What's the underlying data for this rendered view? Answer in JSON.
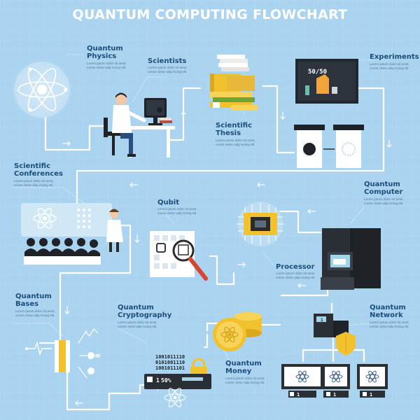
{
  "title": "QUANTUM COMPUTING FLOWCHART",
  "nodes": {
    "quantum_physics": {
      "label": [
        "Quantum",
        "Physics"
      ],
      "desc": [
        "Lorem ipsum dolor sit amet,",
        "conse ctetur adip iscing elit."
      ]
    },
    "scientists": {
      "label": [
        "Scientists"
      ],
      "desc": [
        "Lorem ipsum dolor sit amet,",
        "conse ctetur adip iscing elit."
      ]
    },
    "scientific_thesis": {
      "label": [
        "Scientific",
        "Thesis"
      ],
      "desc": [
        "Lorem ipsum dolor sit amet,",
        "conse ctetur adip iscing elit."
      ]
    },
    "experiments": {
      "label": [
        "Experiments"
      ],
      "desc": [
        "Lorem ipsum dolor sit amet,",
        "conse ctetur adip iscing elit."
      ]
    },
    "scientific_conferences": {
      "label": [
        "Scientific",
        "Conferences"
      ],
      "desc": [
        "Lorem ipsum dolor sit amet,",
        "conse ctetur adip iscing elit."
      ]
    },
    "qubit": {
      "label": [
        "Qubit"
      ],
      "desc": [
        "Lorem ipsum dolor sit amet,",
        "conse ctetur adip iscing elit."
      ]
    },
    "quantum_computer": {
      "label": [
        "Quantum",
        "Computer"
      ],
      "desc": [
        "Lorem ipsum dolor sit amet,",
        "conse ctetur adip iscing elit."
      ]
    },
    "processor": {
      "label": [
        "Processor"
      ],
      "desc": [
        "Lorem ipsum dolor sit amet,",
        "conse ctetur adip iscing elit."
      ]
    },
    "quantum_bases": {
      "label": [
        "Quantum",
        "Bases"
      ],
      "desc": [
        "Lorem ipsum dolor sit amet,",
        "conse ctetur adip iscing elit."
      ]
    },
    "quantum_cryptography": {
      "label": [
        "Quantum",
        "Cryptography"
      ],
      "desc": [
        "Lorem ipsum dolor sit amet,",
        "conse ctetur adip iscing elit."
      ]
    },
    "quantum_network": {
      "label": [
        "Quantum",
        "Network"
      ],
      "desc": [
        "Lorem ipsum dolor sit amet,",
        "conse ctetur adip iscing elit."
      ]
    },
    "quantum_money": {
      "label": [
        "Quantum",
        "Money"
      ],
      "desc": [
        "Lorem ipsum dolor sit amet,",
        "conse ctetur adip iscing elit."
      ]
    }
  },
  "experiment_screen": "50/50",
  "binary_rows": [
    "1001011110",
    "0101001110",
    "1001011101"
  ],
  "crypto_percent": "50%",
  "crypto_bit": "1",
  "network_bit": "1",
  "colors": {
    "background": "#a9d3ef",
    "title": "#ffffff",
    "label": "#1d4e79",
    "description": "#52799a",
    "connector": "#ffffff",
    "accent_gold": "#f2c12e",
    "dark_device": "#2a2f36"
  }
}
